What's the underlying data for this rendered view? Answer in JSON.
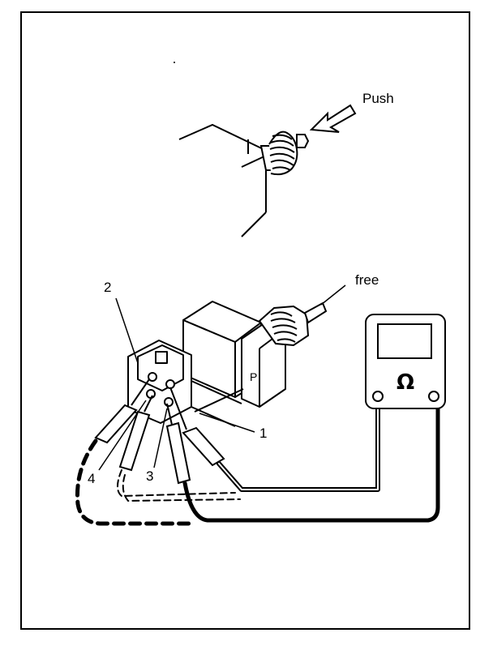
{
  "labels": {
    "push": "Push",
    "free": "free",
    "terminal_1": "1",
    "terminal_2": "2",
    "terminal_3": "3",
    "terminal_4": "4",
    "ohmmeter_symbol": "Ω"
  }
}
